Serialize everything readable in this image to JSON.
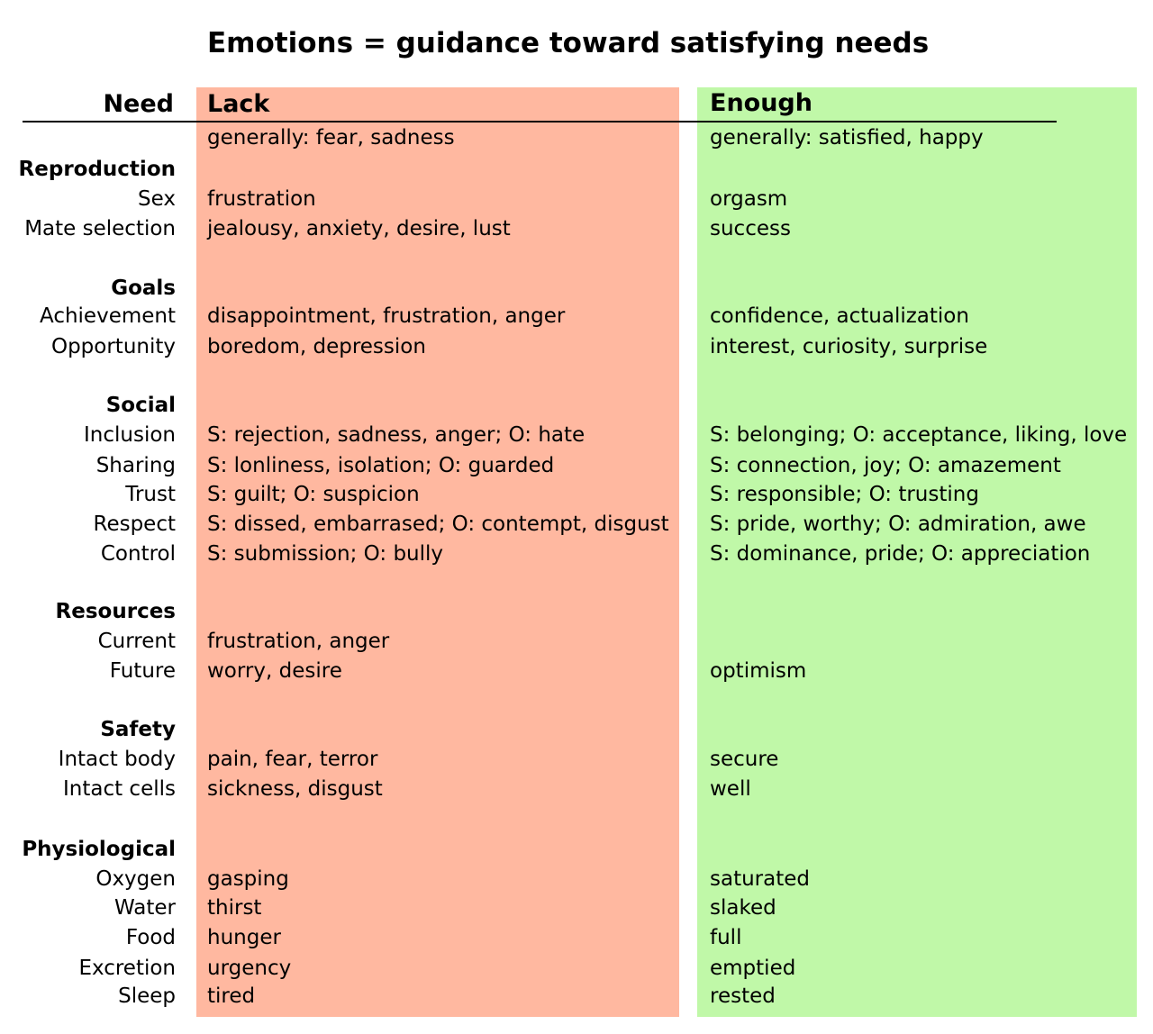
{
  "title": "Emotions = guidance toward satisfying needs",
  "headers": {
    "need": "Need",
    "lack": "Lack",
    "enough": "Enough"
  },
  "colors": {
    "lack": "#ffb8a0",
    "enough": "#c0f8a8",
    "rule": "#000000"
  },
  "rows": [
    {
      "need": "",
      "category": false,
      "lack": "generally: fear, sadness",
      "enough": "generally: satisfied, happy"
    },
    {
      "need": "Reproduction",
      "category": true,
      "lack": "",
      "enough": ""
    },
    {
      "need": "Sex",
      "category": false,
      "lack": "frustration",
      "enough": "orgasm"
    },
    {
      "need": "Mate selection",
      "category": false,
      "lack": "jealousy, anxiety, desire, lust",
      "enough": "success"
    },
    {
      "need": "Goals",
      "category": true,
      "lack": "",
      "enough": ""
    },
    {
      "need": "Achievement",
      "category": false,
      "lack": "disappointment, frustration, anger",
      "enough": "confidence, actualization"
    },
    {
      "need": "Opportunity",
      "category": false,
      "lack": "boredom, depression",
      "enough": "interest, curiosity, surprise"
    },
    {
      "need": "Social",
      "category": true,
      "lack": "",
      "enough": ""
    },
    {
      "need": "Inclusion",
      "category": false,
      "lack": "S: rejection, sadness, anger; O: hate",
      "enough": "S: belonging; O: acceptance, liking, love"
    },
    {
      "need": "Sharing",
      "category": false,
      "lack": "S: lonliness, isolation; O: guarded",
      "enough": "S: connection, joy; O: amazement"
    },
    {
      "need": "Trust",
      "category": false,
      "lack": "S: guilt; O: suspicion",
      "enough": "S: responsible; O: trusting"
    },
    {
      "need": "Respect",
      "category": false,
      "lack": "S: dissed, embarrased; O: contempt, disgust",
      "enough": "S: pride, worthy; O: admiration, awe"
    },
    {
      "need": "Control",
      "category": false,
      "lack": "S: submission; O: bully",
      "enough": "S: dominance, pride; O: appreciation"
    },
    {
      "need": "Resources",
      "category": true,
      "lack": "",
      "enough": ""
    },
    {
      "need": "Current",
      "category": false,
      "lack": "frustration, anger",
      "enough": ""
    },
    {
      "need": "Future",
      "category": false,
      "lack": "worry, desire",
      "enough": "optimism"
    },
    {
      "need": "Safety",
      "category": true,
      "lack": "",
      "enough": ""
    },
    {
      "need": "Intact body",
      "category": false,
      "lack": "pain, fear, terror",
      "enough": "secure"
    },
    {
      "need": "Intact cells",
      "category": false,
      "lack": "sickness, disgust",
      "enough": "well"
    },
    {
      "need": "Physiological",
      "category": true,
      "lack": "",
      "enough": ""
    },
    {
      "need": "Oxygen",
      "category": false,
      "lack": "gasping",
      "enough": "saturated"
    },
    {
      "need": "Water",
      "category": false,
      "lack": "thirst",
      "enough": "slaked"
    },
    {
      "need": "Food",
      "category": false,
      "lack": "hunger",
      "enough": "full"
    },
    {
      "need": "Excretion",
      "category": false,
      "lack": "urgency",
      "enough": "emptied"
    },
    {
      "need": "Sleep",
      "category": false,
      "lack": "tired",
      "enough": "rested"
    }
  ]
}
